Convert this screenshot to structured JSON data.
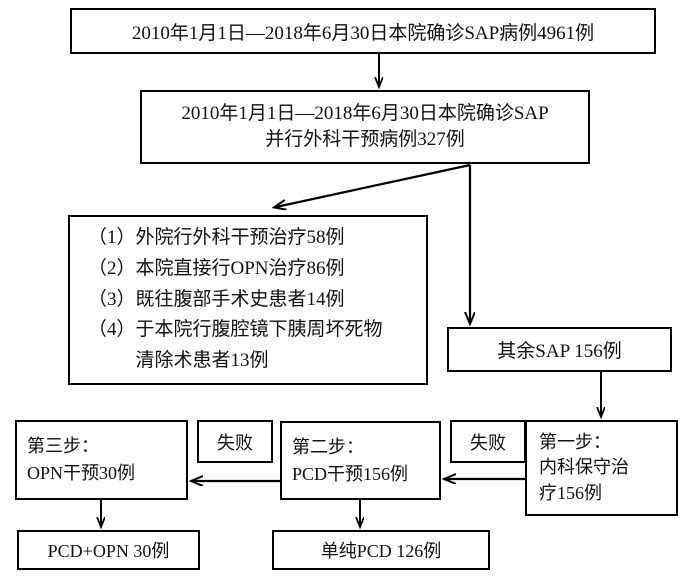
{
  "diagram": {
    "title": "SAP patient enrollment and step-up treatment flowchart",
    "nodes": {
      "total_cases": {
        "text": "2010年1月1日—2018年6月30日本院确诊SAP病例4961例"
      },
      "surgical_cases": {
        "line1": "2010年1月1日—2018年6月30日本院确诊SAP",
        "line2": "并行外科干预病例327例"
      },
      "excluded": {
        "items": [
          {
            "num": "（1）",
            "text": "外院行外科干预治疗58例"
          },
          {
            "num": "（2）",
            "text": "本院直接行OPN治疗86例"
          },
          {
            "num": "（3）",
            "text": "既往腹部手术史患者14例"
          },
          {
            "num": "（4）",
            "text": "于本院行腹腔镜下胰周坏死物\n清除术患者13例"
          }
        ]
      },
      "remaining": {
        "text": "其余SAP 156例"
      },
      "step1": {
        "line1": "第一步：",
        "line2": "内科保守治",
        "line3": "疗156例"
      },
      "step2": {
        "line1": "第二步：",
        "line2": "PCD干预156例"
      },
      "step3": {
        "line1": "第三步：",
        "line2": "OPN干预30例"
      },
      "fail_label_1": {
        "text": "失败"
      },
      "fail_label_2": {
        "text": "失败"
      },
      "outcome_pcd_opn": {
        "text": "PCD+OPN 30例"
      },
      "outcome_pcd_only": {
        "text": "单纯PCD 126例"
      }
    },
    "style": {
      "border_color": "#000000",
      "background_color": "#ffffff",
      "text_color": "#111111",
      "arrow_color": "#000000"
    }
  }
}
